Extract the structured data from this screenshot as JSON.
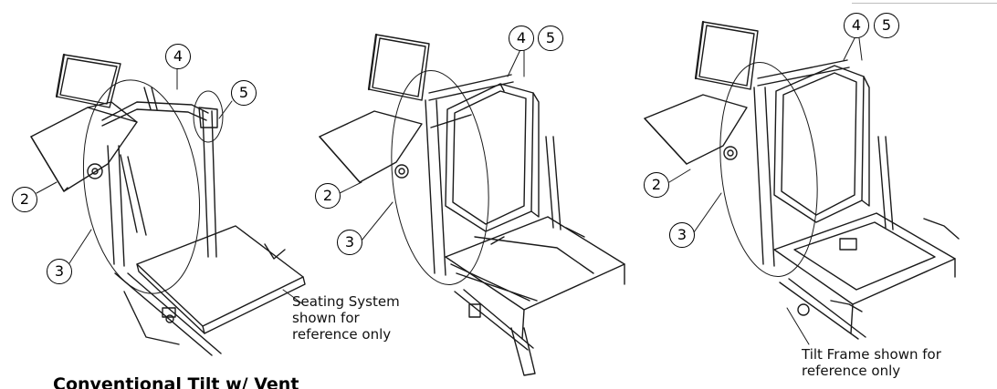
{
  "callouts": {
    "left": {
      "c2": "2",
      "c3": "3",
      "c4": "4",
      "c5": "5"
    },
    "middle": {
      "c2": "2",
      "c3": "3",
      "c4": "4",
      "c5": "5"
    },
    "right": {
      "c2": "2",
      "c3": "3",
      "c4": "4",
      "c5": "5"
    }
  },
  "notes": {
    "seating_system": "Seating System\nshown for\nreference only",
    "tilt_frame": "Tilt Frame shown for\nreference only"
  },
  "caption": "Conventional Tilt w/ Vent"
}
